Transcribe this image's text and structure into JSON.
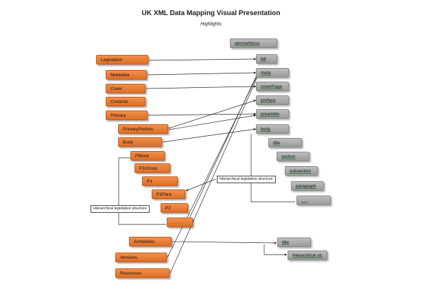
{
  "title": "UK XML Data Mapping Visual Presentation",
  "subtitle": "Highlights",
  "source_items": [
    {
      "id": "legislation",
      "label": "Legislation"
    },
    {
      "id": "metadata",
      "label": "Metadata"
    },
    {
      "id": "cover",
      "label": "Cover"
    },
    {
      "id": "contents",
      "label": "Contents"
    },
    {
      "id": "primary",
      "label": "Primary"
    },
    {
      "id": "primaryprelims",
      "label": "PrimaryPrelims"
    },
    {
      "id": "body",
      "label": "Body"
    },
    {
      "id": "pblock",
      "label": "PBlock"
    },
    {
      "id": "p1group",
      "label": "P1Group"
    },
    {
      "id": "p1",
      "label": "P1"
    },
    {
      "id": "p1para",
      "label": "P1Para"
    },
    {
      "id": "p2",
      "label": "P2"
    },
    {
      "id": "ellipsis",
      "label": ". . ."
    },
    {
      "id": "schedules",
      "label": "Schedules"
    },
    {
      "id": "versions",
      "label": "Versions"
    },
    {
      "id": "resources",
      "label": "Resources"
    }
  ],
  "target_items": [
    {
      "id": "akomantoso",
      "label": "akomaNtoso"
    },
    {
      "id": "bill",
      "label": "bill"
    },
    {
      "id": "meta",
      "label": "meta"
    },
    {
      "id": "coverpage",
      "label": "coverPage"
    },
    {
      "id": "preface",
      "label": "preface"
    },
    {
      "id": "preamble",
      "label": "preamble"
    },
    {
      "id": "tbody",
      "label": "body"
    },
    {
      "id": "ttitle",
      "label": "title"
    },
    {
      "id": "section",
      "label": "section"
    },
    {
      "id": "subsection",
      "label": "subsection"
    },
    {
      "id": "paragraph",
      "label": "paragraph"
    },
    {
      "id": "tellipsis",
      "label": ". . ."
    },
    {
      "id": "stitle",
      "label": "title"
    },
    {
      "id": "hierstr",
      "label": "Hierarchical str."
    }
  ],
  "annotations": {
    "left": "Hierarchical legislative structure",
    "right": "Hierarchical legislative structure"
  },
  "colors": {
    "source": "#e87a33",
    "target": "#a8a8a8",
    "connector": "#222222"
  }
}
